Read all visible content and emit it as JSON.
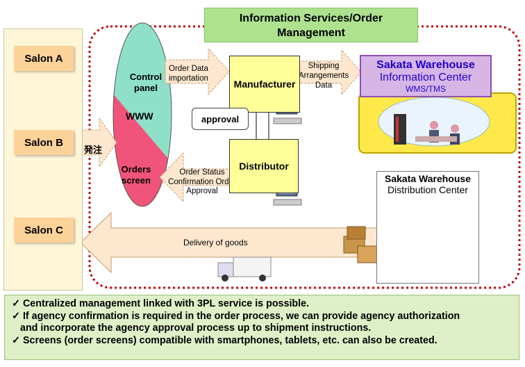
{
  "title": "Information Services/Order Management",
  "salons": [
    "Salon A",
    "Salon B",
    "Salon C"
  ],
  "order_label": "発注",
  "www": {
    "control_panel": "Control panel",
    "www": "WWW",
    "orders_screen": "Orders screen"
  },
  "arrows": {
    "order_data": "Order Data importation",
    "shipping": "Shipping Arrangements Data",
    "order_status": "Order Status Confirmation Order Approval",
    "delivery": "Delivery of goods"
  },
  "manufacturer": "Manufacturer",
  "distributor": "Distributor",
  "approval": "approval",
  "warehouse_info": {
    "line1": "Sakata Warehouse",
    "line2": "Information Center",
    "line3": "WMS/TMS"
  },
  "warehouse_dc": {
    "line1": "Sakata Warehouse",
    "line2": "Distribution Center"
  },
  "notes": [
    "Centralized management linked with 3PL service is possible.",
    "If agency confirmation is required in the order process, we can provide agency authorization",
    "and incorporate the agency approval process up to shipment instructions.",
    "Screens (order screens) compatible with smartphones, tablets, etc. can also be created."
  ],
  "colors": {
    "dotted_border": "#c0000a",
    "title_green": "#aee28f",
    "ellipse_teal": "#8fe0c8",
    "ellipse_pink": "#f0547a",
    "arrow_fill": "#fde7cf",
    "purple": "#2200cc"
  }
}
